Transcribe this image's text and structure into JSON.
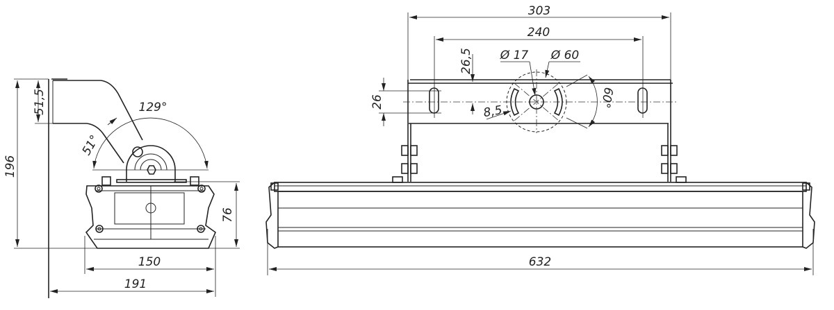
{
  "side_view": {
    "dim_bracket_height": "51,5",
    "dim_total_height": "196",
    "dim_angle_large": "129°",
    "dim_angle_small": "51°",
    "dim_body_height": "76",
    "dim_body_width": "150",
    "dim_total_width": "191"
  },
  "front_view": {
    "dim_bracket_length": "303",
    "dim_slot_spacing": "240",
    "dim_offset": "26,5",
    "dim_slot_height": "26",
    "dim_hole_small": "Ø 17",
    "dim_hole_large": "Ø 60",
    "dim_slot_width": "8,5",
    "dim_angle": "60°",
    "dim_body_length": "632"
  }
}
